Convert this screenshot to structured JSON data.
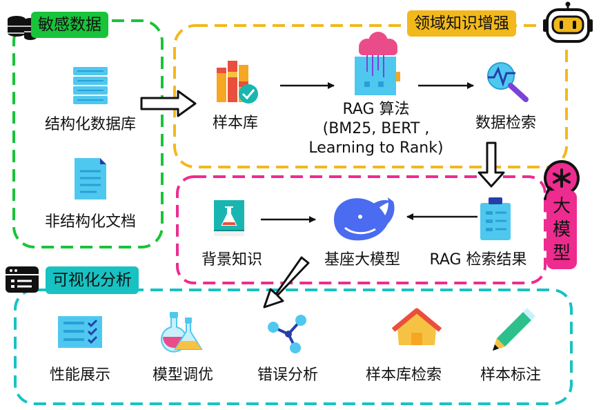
{
  "colors": {
    "sensitive": "#19c33a",
    "domain": "#f2b81c",
    "model": "#ee2b8f",
    "visual": "#18c2c2"
  },
  "icons": {
    "coins": "coin-stack-icon",
    "database": "database-icon",
    "document": "document-icon",
    "samples": "sample-library-icon",
    "rag": "cloud-server-icon",
    "search": "data-search-icon",
    "bot": "robot-icon",
    "chat": "chat-bubble-icon",
    "book": "book-icon",
    "whale": "whale-icon",
    "clipboard": "clipboard-icon",
    "dashboard": "dashboard-icon",
    "checklist": "checklist-icon",
    "flasks": "flasks-icon",
    "analysis": "analysis-icon",
    "house": "house-icon",
    "pencil": "pencil-icon"
  },
  "groups": {
    "sensitive_data": {
      "title": "敏感数据",
      "items": [
        "结构化数据库",
        "非结构化文档"
      ]
    },
    "domain_knowledge": {
      "title": "领域知识增强",
      "items": [
        "样本库",
        "RAG 算法\n(BM25, BERT ,\nLearning to Rank)",
        "数据检索"
      ]
    },
    "large_model": {
      "title": [
        "大",
        "模",
        "型"
      ],
      "items": [
        "背景知识",
        "基座大模型",
        "RAG 检索结果"
      ]
    },
    "visual_analysis": {
      "title": "可视化分析",
      "items": [
        "性能展示",
        "模型调优",
        "错误分析",
        "样本库检索",
        "样本标注"
      ]
    }
  }
}
